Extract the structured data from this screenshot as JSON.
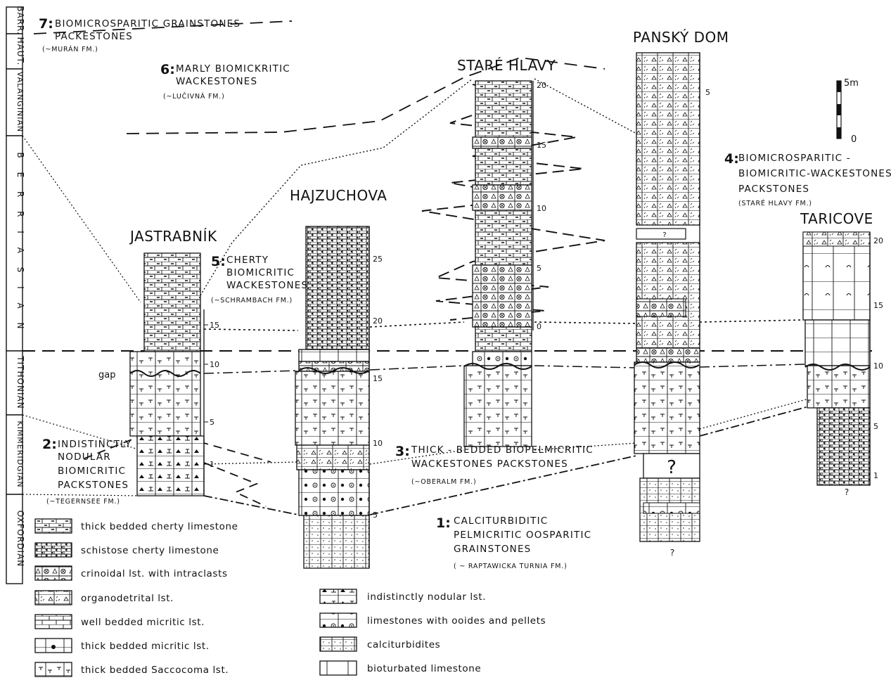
{
  "stages": [
    {
      "id": "barr",
      "label": "BARR."
    },
    {
      "id": "haut",
      "label": "HAUT."
    },
    {
      "id": "valanginian",
      "label": "VALANGINIAN"
    },
    {
      "id": "berriasian",
      "label": "B E R R I A S I A N"
    },
    {
      "id": "tithonian",
      "label": "TITHONIAN"
    },
    {
      "id": "kimmeridgian",
      "label": "KIMMERIDGIAN"
    },
    {
      "id": "oxfordian",
      "label": "OXFORDIAN"
    }
  ],
  "sections": {
    "jastrabnik": {
      "name": "JASTRABNÍK",
      "ticks": [
        "15",
        "10",
        "5",
        "1"
      ]
    },
    "hajzuchova": {
      "name": "HAJZUCHOVA",
      "ticks": [
        "25",
        "20",
        "15",
        "10",
        "5"
      ]
    },
    "stare_hlavy": {
      "name": "STARÉ HLAVY",
      "ticks": [
        "20",
        "15",
        "10",
        "5",
        "0"
      ]
    },
    "pansky_dom": {
      "name": "PANSKÝ DOM",
      "tick_top": "5",
      "question": "?",
      "bottom_question": "?",
      "small_question": "?"
    },
    "taricove": {
      "name": "TARICOVE",
      "ticks": [
        "20",
        "15",
        "10",
        "5",
        "1"
      ],
      "bottom_question": "?"
    }
  },
  "gap_label": "gap",
  "scale": {
    "top": "5m",
    "bottom": "0"
  },
  "facies": [
    {
      "num": "7:",
      "lines": [
        "BIOMICROSPARITIC  GRAINSTONES",
        "PACKESTONES"
      ],
      "fm": "(~MURÁN  FM.)"
    },
    {
      "num": "6:",
      "lines": [
        "MARLY BIOMICKRITIC",
        "WACKESTONES"
      ],
      "fm": "(~LUČIVNÁ FM.)"
    },
    {
      "num": "5:",
      "lines": [
        "CHERTY",
        "BIOMICRITIC",
        "WACKESTONES"
      ],
      "fm": "(~SCHRAMBACH FM.)"
    },
    {
      "num": "4:",
      "lines": [
        "BIOMICROSPARITIC -",
        "BIOMICRITIC-WACKESTONES",
        "PACKSTONES"
      ],
      "fm": "(STARÉ HLAVY  FM.)"
    },
    {
      "num": "3:",
      "lines": [
        "THICK - BEDDED  BIOPELMICRITIC",
        "WACKESTONES  PACKSTONES"
      ],
      "fm": "(~OBERALM  FM.)"
    },
    {
      "num": "2:",
      "lines": [
        "INDISTINCTLY",
        "NODULAR",
        "BIOMICRITIC",
        "PACKSTONES"
      ],
      "fm": "(~TEGERNSEE  FM.)"
    },
    {
      "num": "1:",
      "lines": [
        "CALCITURBIDITIC",
        "PELMICRITIC  OOSPARITIC",
        "GRAINSTONES"
      ],
      "fm": "( ~ RAPTAWICKA  TURNIA  FM.)"
    }
  ],
  "legend": {
    "left": [
      "thick bedded  cherty  limestone",
      "schistose  cherty  limestone",
      "crinoidal  lst. with  intraclasts",
      "organodetrital  lst.",
      "well  bedded    micritic  lst.",
      "thick  bedded   micritic  lst.",
      "thick  bedded  Saccocoma  lst."
    ],
    "right": [
      "indistinctly   nodular  lst.",
      "limestones  with  ooides  and  pellets",
      "calciturbidites",
      "bioturbated   limestone"
    ]
  }
}
